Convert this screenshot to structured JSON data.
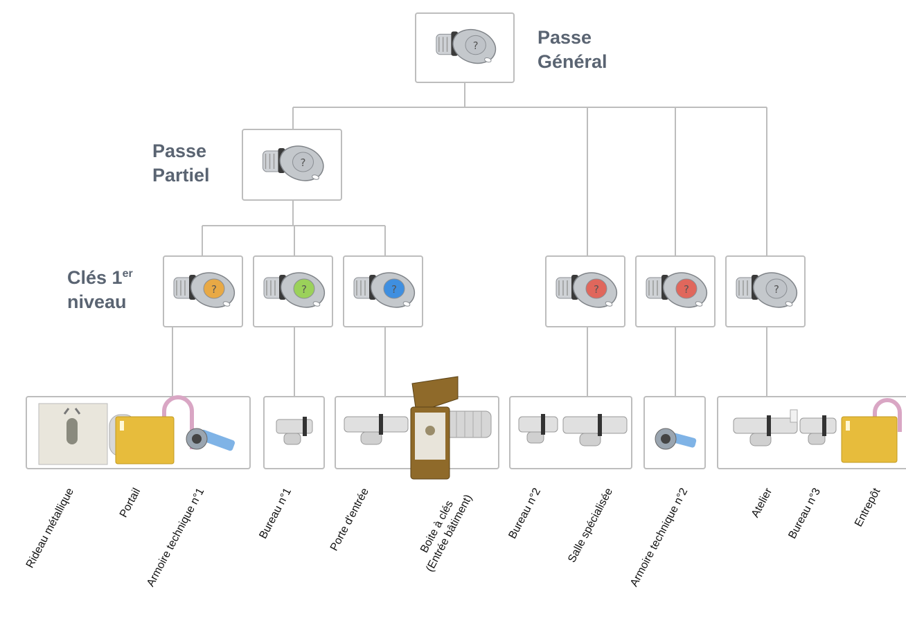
{
  "levels": {
    "general": {
      "line1": "Passe",
      "line2": "Général"
    },
    "partial": {
      "line1": "Passe",
      "line2": "Partiel"
    },
    "first": {
      "line1": "Clés 1",
      "sup": "er",
      "line2": "niveau"
    }
  },
  "keys": [
    {
      "id": "general",
      "color": "#bfc3c8"
    },
    {
      "id": "partial",
      "color": "#bfc3c8"
    },
    {
      "id": "k1",
      "color": "#e8a945"
    },
    {
      "id": "k2",
      "color": "#9bd15a"
    },
    {
      "id": "k3",
      "color": "#3f8fe0"
    },
    {
      "id": "k4",
      "color": "#e0675c"
    },
    {
      "id": "k5",
      "color": "#e0675c"
    },
    {
      "id": "k6",
      "color": "#bfc3c8"
    }
  ],
  "locks": {
    "rideau": "Rideau métallique",
    "portail": "Portail",
    "armoire1": "Armoire technique n°1",
    "bureau1": "Bureau n°1",
    "porte": "Porte d'entrée",
    "boite_l1": "Boite à clés",
    "boite_l2": "(Entrée bâtiment)",
    "bureau2": "Bureau n°2",
    "salle": "Salle spécialisée",
    "armoire2": "Armoire technique n°2",
    "atelier": "Atelier",
    "bureau3": "Bureau n°3",
    "entrepot": "Entrepôt"
  }
}
